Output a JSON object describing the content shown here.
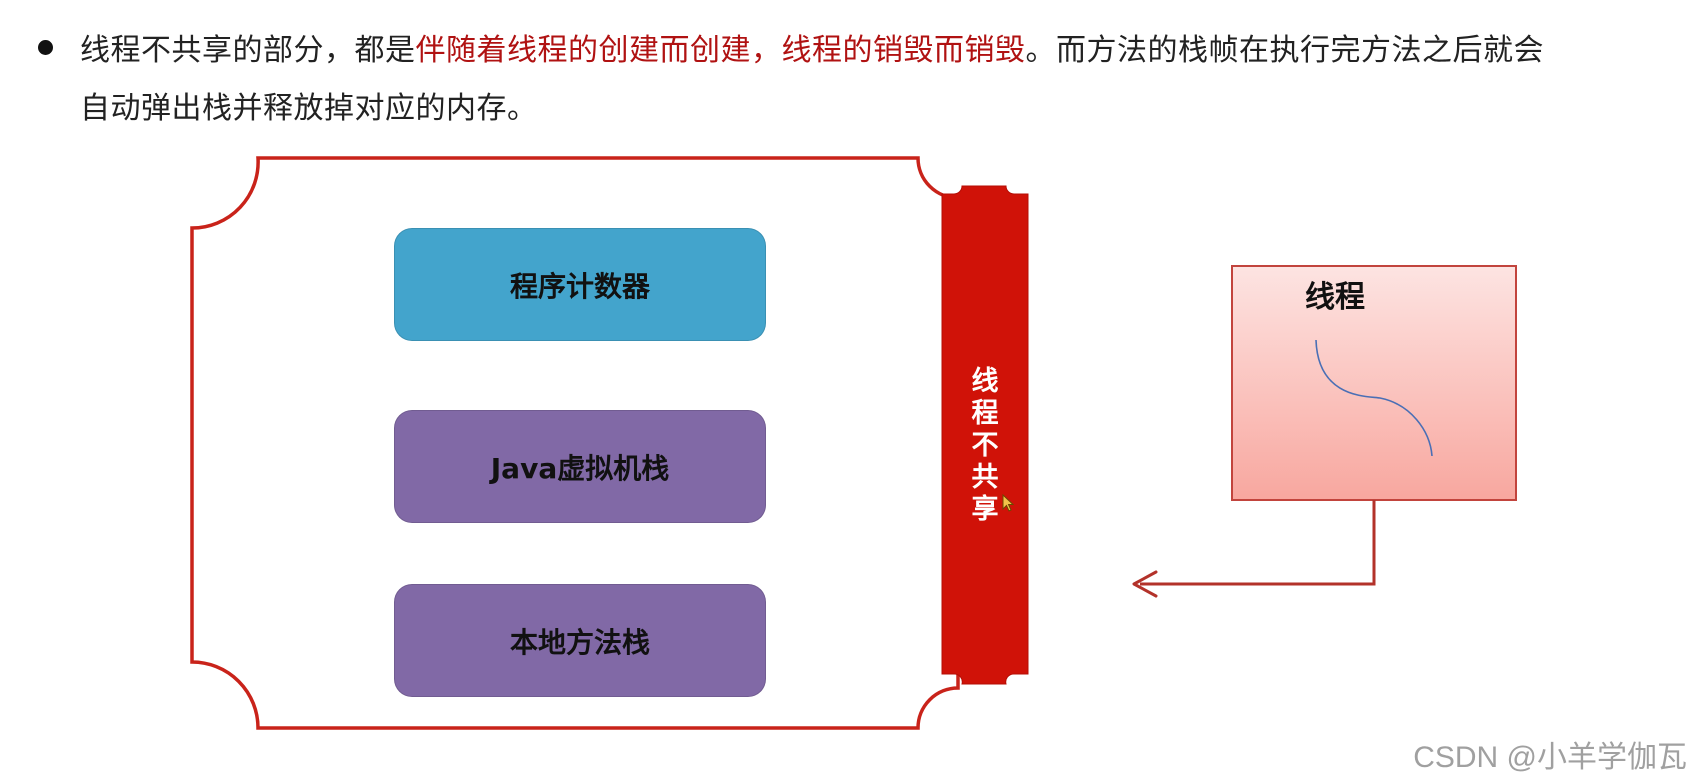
{
  "paragraph": {
    "line1_part1": "线程不共享的部分，都是",
    "line1_highlight": "伴随着线程的创建而创建，线程的销毁而销毁",
    "line1_part2": "。而方法的栈帧在执行完方法之后就会",
    "line2": "自动弹出栈并释放掉对应的内存。"
  },
  "boxes": {
    "program_counter": "程序计数器",
    "jvm_stack": "Java虚拟机栈",
    "native_stack": "本地方法栈"
  },
  "vertical_label": [
    "线",
    "程",
    "不",
    "共",
    "享"
  ],
  "thread": {
    "title": "线程"
  },
  "watermark": "CSDN @小羊学伽瓦",
  "colors": {
    "frame_stroke": "#c9231a",
    "bar_fill": "#d01208",
    "pc_box": "#43a4cc",
    "stack_box": "#8169a6",
    "highlight_text": "#b01212",
    "thread_box_top": "#fde2e0",
    "thread_box_bottom": "#f9aba3",
    "curve": "#4a6fb5"
  }
}
